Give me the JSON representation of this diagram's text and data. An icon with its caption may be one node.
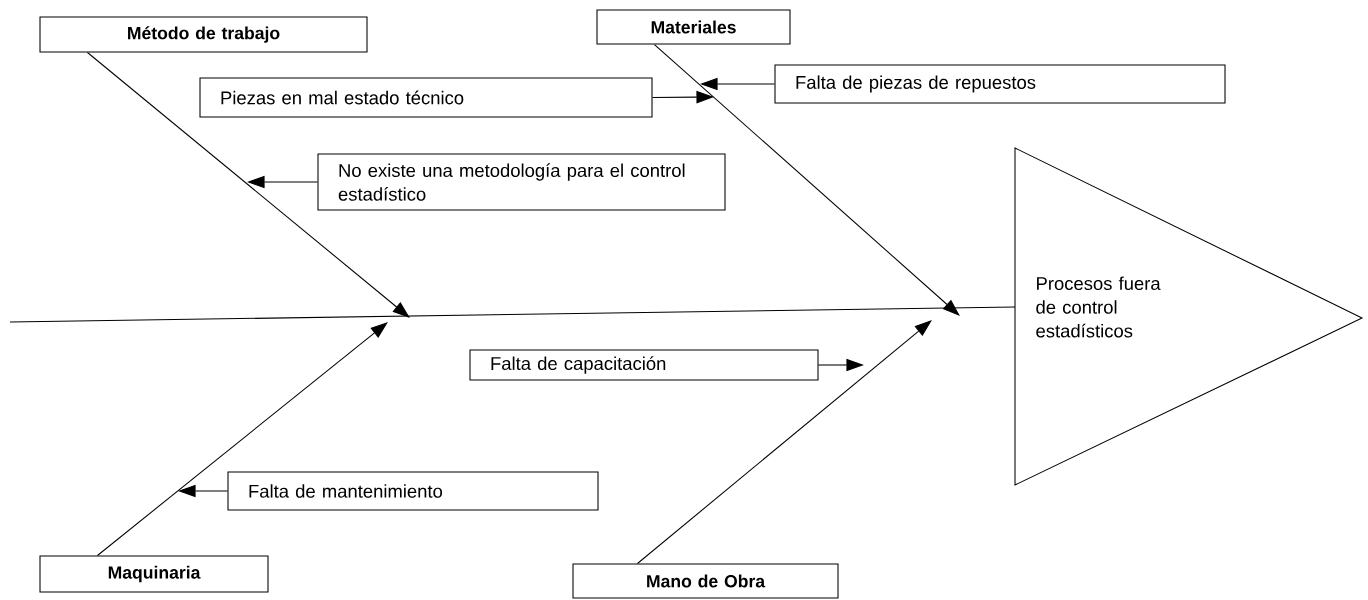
{
  "diagram": {
    "nodes": [
      {
        "text": [
          "Método de trabajo"
        ]
      },
      {
        "text": [
          "Materiales"
        ]
      },
      {
        "text": [
          "Piezas en mal estado técnico"
        ]
      },
      {
        "text": [
          "Falta de piezas de repuestos"
        ]
      },
      {
        "text": [
          "No existe una metodología para el control estadístico"
        ]
      },
      {
        "text": [
          "Procesos fuera de control estadísticos"
        ]
      },
      {
        "text": [
          "Falta de capacitación"
        ]
      },
      {
        "text": [
          "Falta de mantenimiento"
        ]
      },
      {
        "text": [
          "Maquinaria"
        ]
      },
      {
        "text": [
          "Mano de Obra"
        ]
      }
    ],
    "edges": [
      {
        "from": 0,
        "to": null,
        "arrow": "to"
      },
      {
        "from": 1,
        "to": null,
        "arrow": "to"
      },
      {
        "from": 8,
        "to": null,
        "arrow": "to"
      },
      {
        "from": 9,
        "to": null,
        "arrow": "to"
      },
      {
        "from": null,
        "to": 5,
        "arrow": "none"
      },
      {
        "from": 2,
        "to": null,
        "arrow": "to"
      },
      {
        "from": 3,
        "to": null,
        "arrow": "to"
      },
      {
        "from": 4,
        "to": null,
        "arrow": "to"
      },
      {
        "from": 6,
        "to": null,
        "arrow": "to"
      },
      {
        "from": 7,
        "to": null,
        "arrow": "to"
      }
    ]
  }
}
